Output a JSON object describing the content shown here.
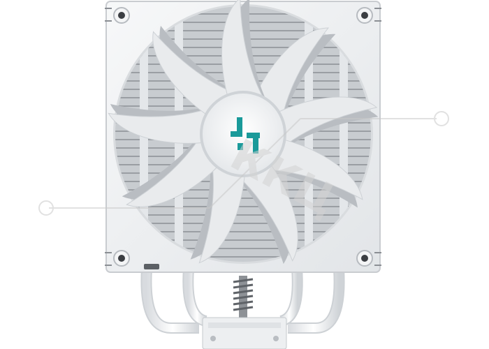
{
  "image": {
    "subject": "cpu-air-cooler",
    "colors": {
      "background": "#ffffff",
      "frame": "#eef0f2",
      "frame_shadow": "#c9ccd0",
      "blade": "#e9ebed",
      "blade_shadow": "#b9bdc2",
      "heatsink_fin": "#9a9ea3",
      "logo_accent": "#1a9a9a",
      "watermark": "#d3d3d3"
    },
    "fan": {
      "blade_count": 9
    },
    "logo": {
      "icon": "deepcool-logo-icon"
    },
    "watermark": {
      "text": "ККЦ"
    }
  }
}
